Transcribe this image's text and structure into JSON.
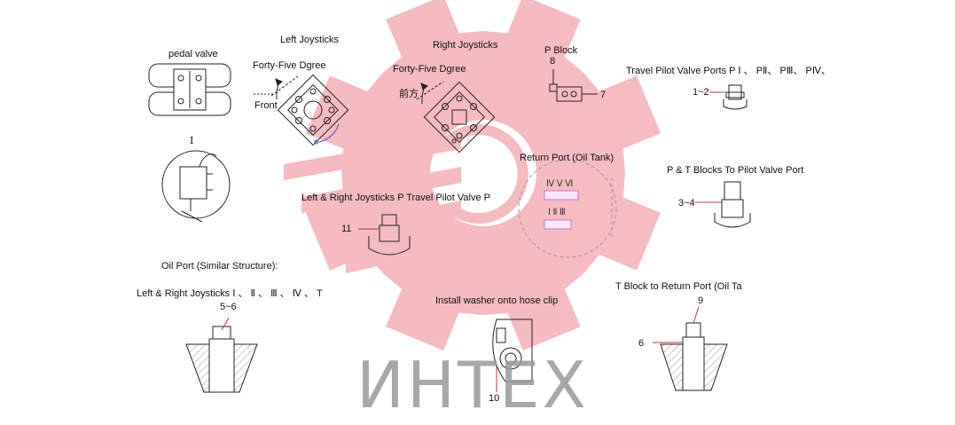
{
  "labels": {
    "pedal_valve": "pedal valve",
    "left_joysticks": "Left Joysticks",
    "right_joysticks": "Right Joysticks",
    "p_block": "P Block",
    "travel_pilot_valve_ports": "Travel Pilot Valve Ports P Ⅰ 、 PⅡ、 PⅢ、 PⅣ、",
    "forty_five_left": "Forty-Five Dgree",
    "forty_five_right": "Forty-Five Dgree",
    "front_en": "Front",
    "front_cn": "前方",
    "roman_one": "Ⅰ",
    "return_port": "Return Port (Oil Tank)",
    "pt_blocks": "P & T Blocks To Pilot Valve Port",
    "lr_joysticks_p": "Left & Right Joysticks P Travel Pilot Valve P",
    "oil_port": "Oil Port (Similar Structure):",
    "lr_joysticks_ports": "Left & Right Joysticks Ⅰ 、 Ⅱ 、 Ⅲ 、 Ⅳ 、 T",
    "install_washer": "Install washer onto hose clip",
    "t_block": "T Block to Return Port (Oil Ta",
    "ports_upper": "Ⅳ Ⅴ Ⅵ",
    "ports_lower": "Ⅰ Ⅱ Ⅲ"
  },
  "numbers": {
    "n8": "8",
    "n7": "7",
    "n1_2": "1~2",
    "n3_4": "3~4",
    "n11": "11",
    "n5_6": "5~6",
    "n9": "9",
    "n6": "6",
    "n10": "10"
  },
  "watermark": {
    "text": "ИНТЕХ",
    "gear_color": "#f4b6bc"
  }
}
